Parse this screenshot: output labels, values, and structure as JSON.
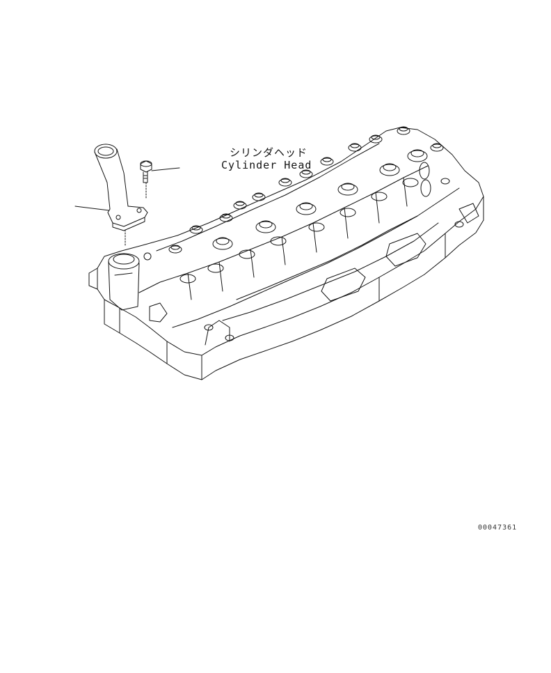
{
  "diagram": {
    "callout": {
      "japanese": "シリンダヘッド",
      "english": "Cylinder Head"
    },
    "drawing_number": "00047361",
    "line_color": "#111111",
    "background": "#ffffff"
  }
}
